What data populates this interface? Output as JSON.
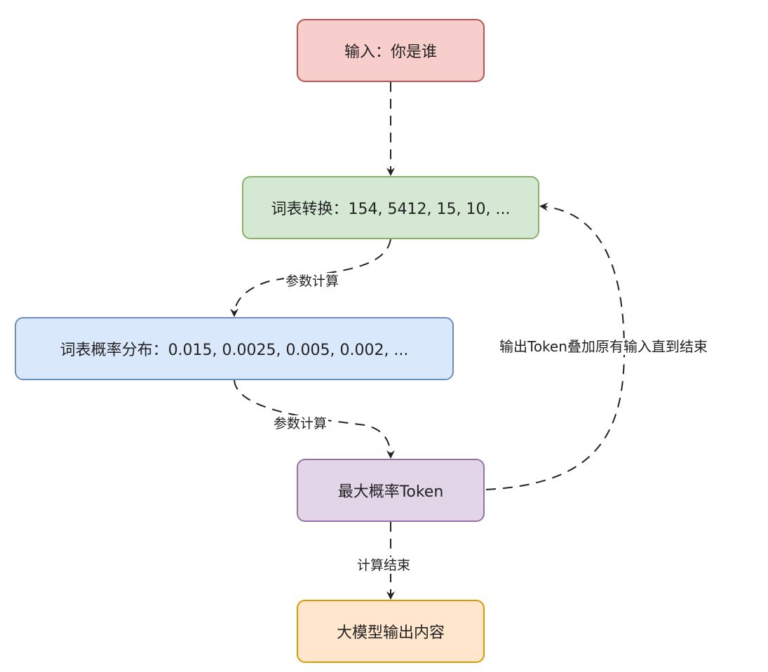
{
  "nodes": {
    "input": "输入：你是谁",
    "vocab": "词表转换：154, 5412, 15, 10, ...",
    "prob": "词表概率分布：0.015, 0.0025, 0.005, 0.002, ...",
    "token": "最大概率Token",
    "output": "大模型输出内容"
  },
  "edge_labels": {
    "vocab_to_prob": "参数计算",
    "prob_to_token": "参数计算",
    "token_to_output": "计算结束",
    "token_to_vocab": "输出Token叠加原有输入直到结束"
  },
  "colors": {
    "input_fill": "#f8cecc",
    "vocab_fill": "#d5e8d4",
    "prob_fill": "#dae8fc",
    "token_fill": "#e1d5e7",
    "output_fill": "#ffe6cc",
    "edge": "#222222"
  }
}
